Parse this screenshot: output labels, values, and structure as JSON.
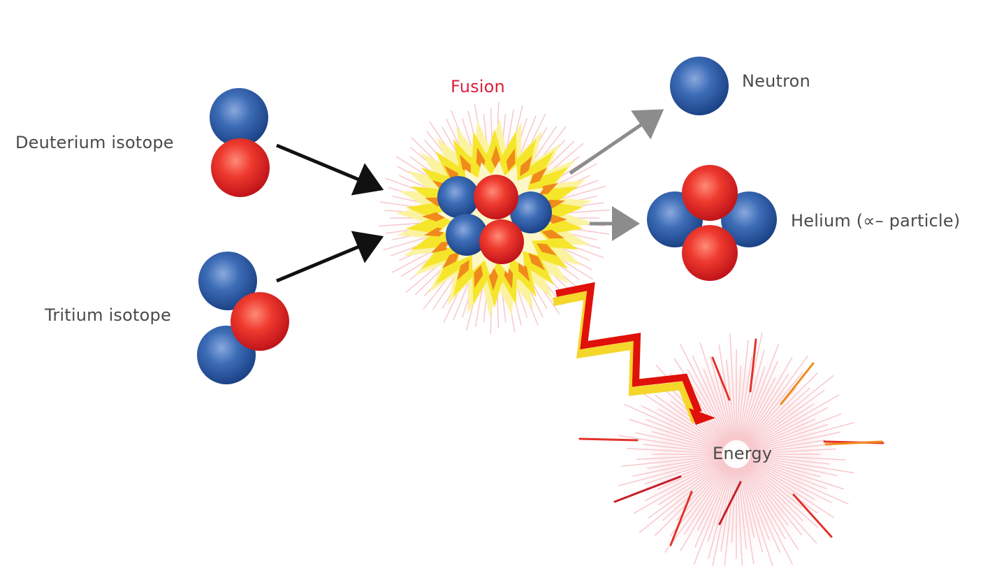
{
  "labels": {
    "fusion": "Fusion",
    "deuterium": "Deuterium isotope",
    "tritium": "Tritium isotope",
    "neutron": "Neutron",
    "helium": "Helium (∝– particle)",
    "energy": "Energy"
  },
  "particles": {
    "deuterium": {
      "protons": 1,
      "neutrons": 1
    },
    "tritium": {
      "protons": 1,
      "neutrons": 2
    },
    "helium": {
      "protons": 2,
      "neutrons": 2
    },
    "free_neutrons": 1
  },
  "colors": {
    "label_text": "#4a4a4a",
    "fusion_text": "#d8223a",
    "proton": "#e6262a",
    "neutron": "#2f5fa8",
    "input_arrow": "#111111",
    "output_arrow": "#8c8c8c",
    "energy_bolt": "#e0100a",
    "energy_bolt_glow": "#f5d62a",
    "burst_yellow": "#f5e62c",
    "burst_orange": "#f08a1c",
    "burst_pink": "#f7c8cc"
  }
}
